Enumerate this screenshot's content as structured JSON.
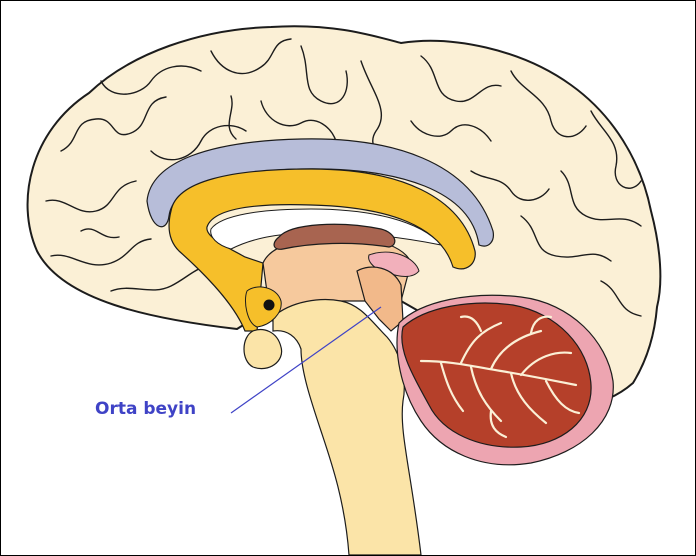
{
  "labels": {
    "midbrain": "Orta beyin"
  },
  "structures": [
    {
      "name": "cerebral-cortex",
      "color": "#fbf0d6"
    },
    {
      "name": "cingulate-gyrus",
      "color": "#b7bdd9"
    },
    {
      "name": "corpus-callosum",
      "color": "#f6bf2a"
    },
    {
      "name": "thalamus",
      "color": "#f6c99d"
    },
    {
      "name": "fornix",
      "color": "#a86450"
    },
    {
      "name": "midbrain",
      "color": "#f2b98a"
    },
    {
      "name": "pineal-region",
      "color": "#f2b0bb"
    },
    {
      "name": "pons-medulla",
      "color": "#fbe4a8"
    },
    {
      "name": "cerebellum",
      "color": "#b5402a"
    },
    {
      "name": "cerebellum-surface",
      "color": "#eda5b1"
    }
  ],
  "colors": {
    "label_text": "#3f43c6",
    "leader_line": "#3f43c6",
    "outline": "#1c1c1c"
  }
}
